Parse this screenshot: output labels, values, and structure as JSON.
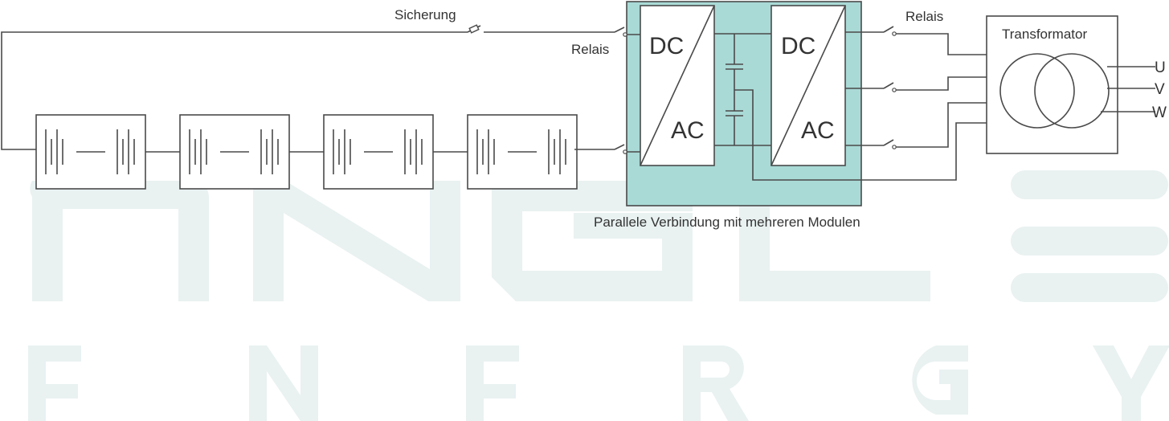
{
  "labels": {
    "fuse": "Sicherung",
    "relay_left": "Relais",
    "relay_right": "Relais",
    "transformer": "Transformator",
    "module_caption": "Parallele Verbindung mit mehreren Modulen"
  },
  "converters": [
    {
      "top": "DC",
      "bottom": "AC"
    },
    {
      "top": "DC",
      "bottom": "AC"
    }
  ],
  "outputs": [
    "U",
    "V",
    "W"
  ],
  "battery_count": 4,
  "colors": {
    "module_fill": "#a9dad6",
    "line": "#4a4a4a",
    "watermark": "#e9f1f1"
  }
}
